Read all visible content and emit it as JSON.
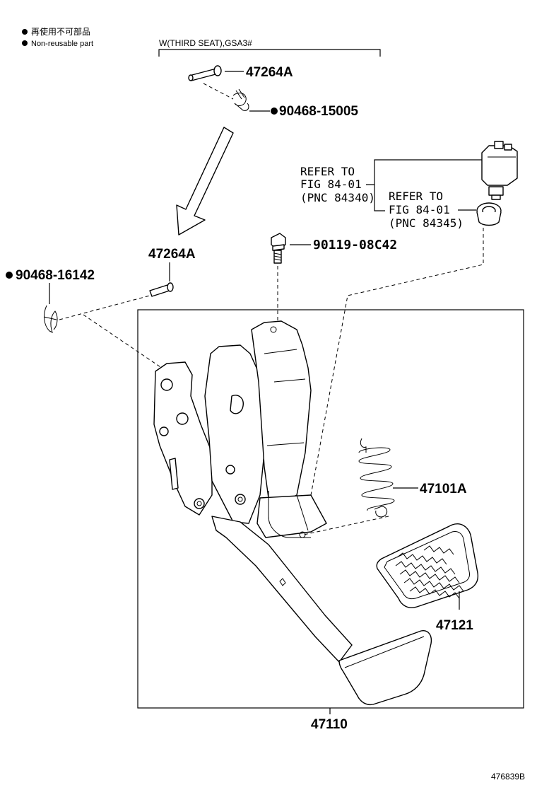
{
  "legend": {
    "items": [
      {
        "text": "再使用不可部品"
      },
      {
        "text": "Non-reusable part"
      }
    ]
  },
  "variant_note": "W(THIRD SEAT),GSA3#",
  "labels": {
    "pin_top": "47264A",
    "clip_top": "90468-15005",
    "pin_mid": "47264A",
    "clip_left": "90468-16142",
    "bolt": "90119-08C42",
    "refer1": {
      "line1": "REFER TO",
      "line2": "FIG 84-01",
      "line3": "(PNC 84340)"
    },
    "refer2": {
      "line1": "REFER TO",
      "line2": "FIG 84-01",
      "line3": "(PNC 84345)"
    },
    "spring": "47101A",
    "pad": "47121",
    "assembly": "47110"
  },
  "figure_id": "476839B"
}
